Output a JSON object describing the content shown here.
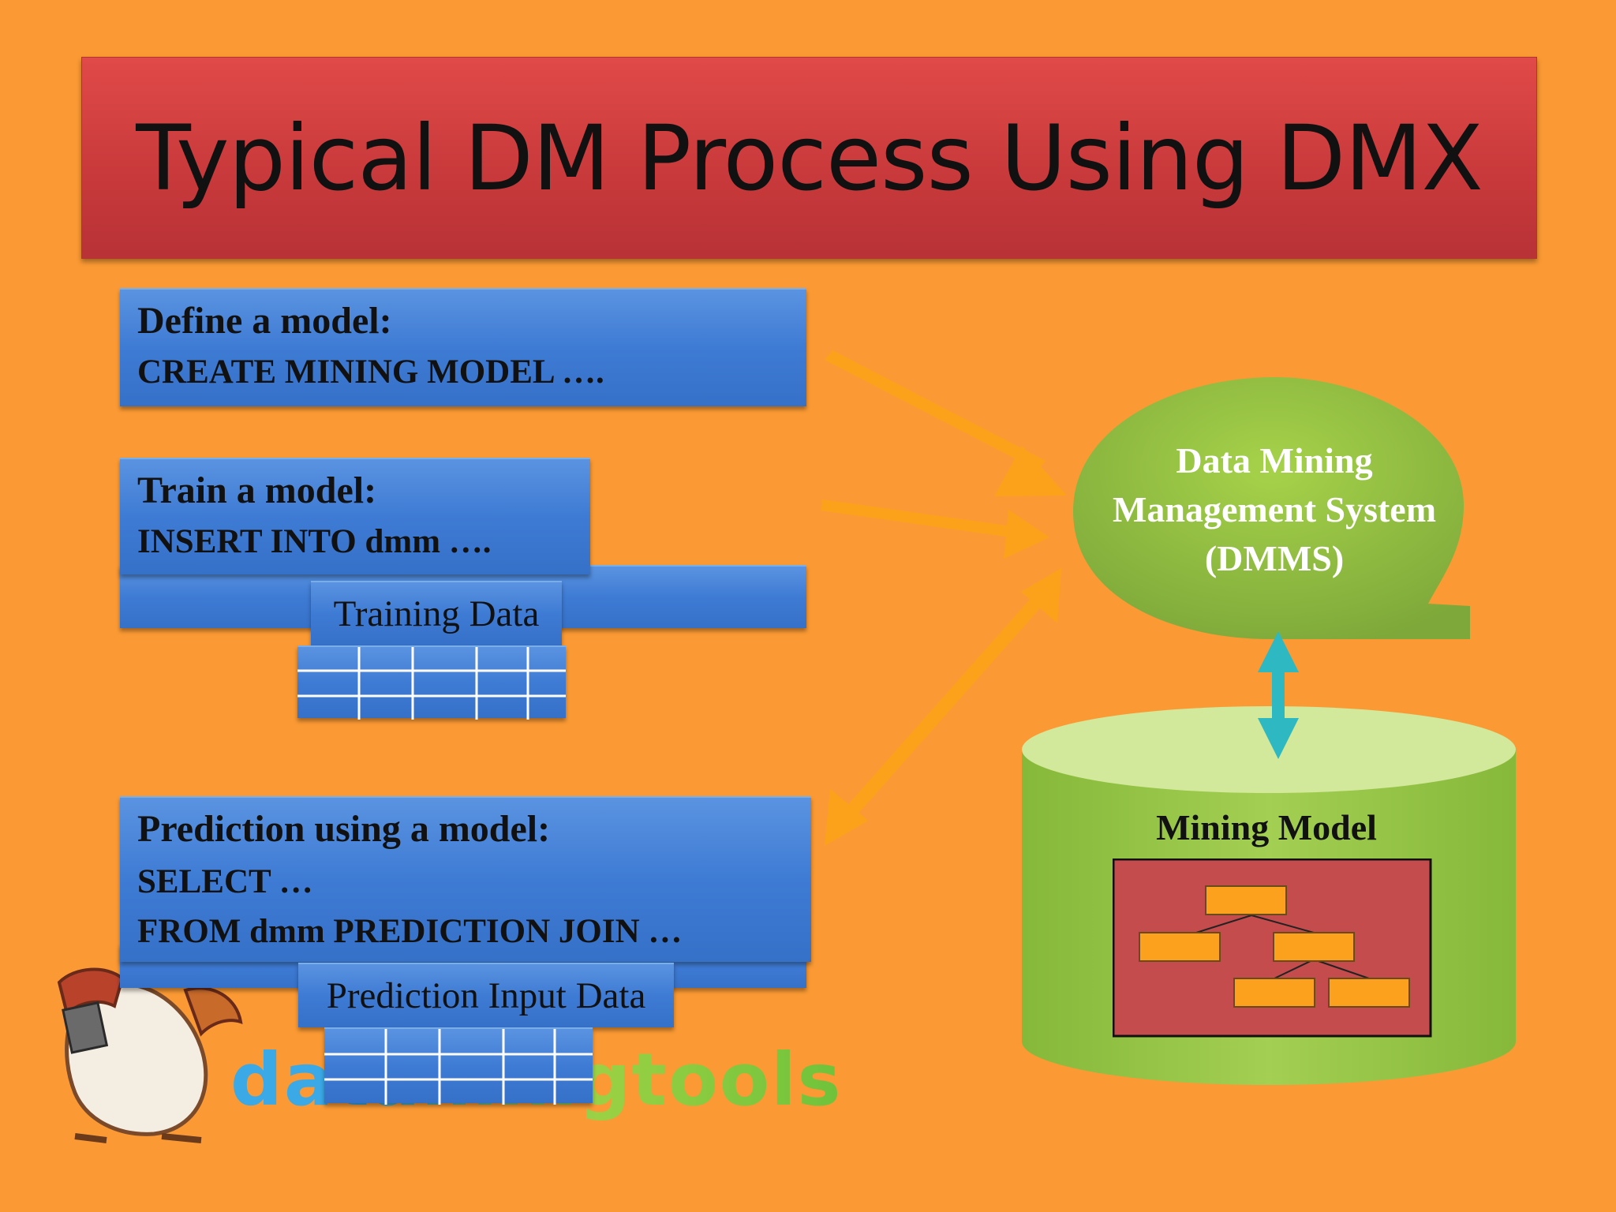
{
  "title": "Typical DM Process Using DMX",
  "define": {
    "heading": "Define a model:",
    "code": "CREATE MINING MODEL …."
  },
  "train": {
    "heading": "Train a model:",
    "code": "INSERT INTO dmm ….",
    "data_label": "Training Data"
  },
  "predict": {
    "heading": "Prediction using a model:",
    "code1": "SELECT …",
    "code2": "FROM dmm PREDICTION JOIN …",
    "data_label": "Prediction Input Data"
  },
  "dmms": {
    "line1": "Data Mining",
    "line2": "Management System",
    "line3": "(DMMS)"
  },
  "mining_model": {
    "label": "Mining Model"
  },
  "logo": {
    "text": "datamingtools"
  },
  "colors": {
    "background": "#fb9a34",
    "title_bar": "#c8393b",
    "box_blue": "#3e7bd4",
    "dmms_green": "#8cbf3c",
    "arrow_orange": "#fca21a",
    "arrow_teal": "#2eb8c2",
    "model_red": "#c44c4c",
    "node_orange": "#fca11e"
  }
}
